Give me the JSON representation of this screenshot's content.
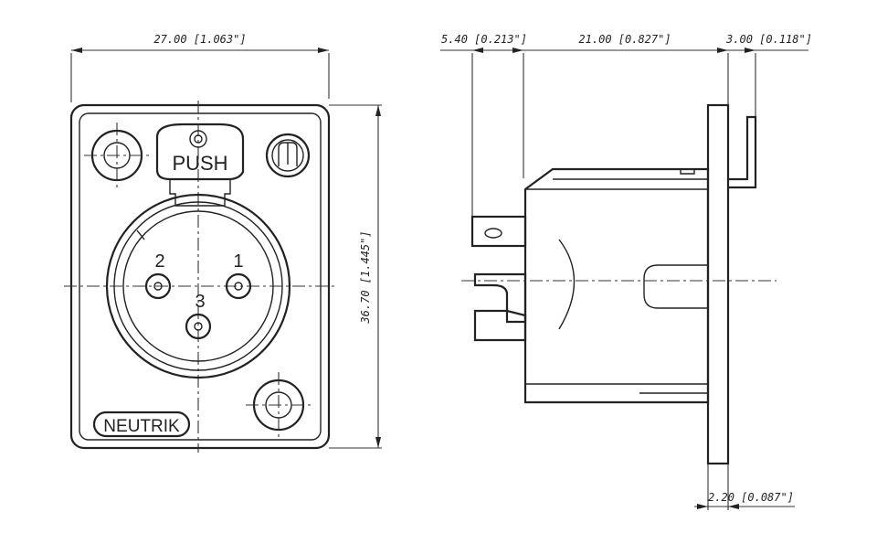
{
  "front_view": {
    "width_dim": "27.00 [1.063\"]",
    "height_dim": "36.70 [1.445\"]",
    "push_label": "PUSH",
    "brand_label": "NEUTRIK",
    "pins": [
      "2",
      "1",
      "3"
    ]
  },
  "side_view": {
    "dim_left": "5.40 [0.213\"]",
    "dim_body": "21.00 [0.827\"]",
    "dim_right": "3.00 [0.118\"]",
    "dim_flange": "2.20 [0.087\"]"
  }
}
